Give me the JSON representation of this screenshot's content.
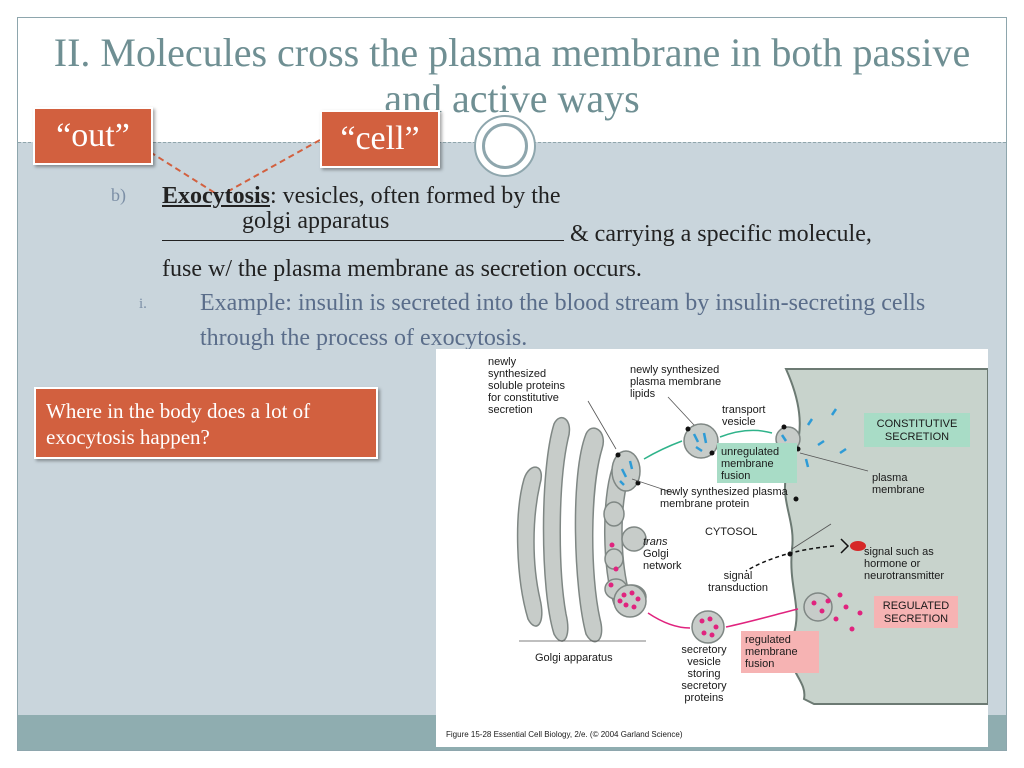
{
  "slide": {
    "title": "II. Molecules cross the plasma membrane in both passive and active ways",
    "tags": {
      "out": "“out”",
      "cell": "“cell”"
    },
    "bullet_b": {
      "marker": "b)",
      "term": "Exocytosis",
      "text_a": ": vesicles, often formed by the",
      "blank_answer": "golgi apparatus",
      "text_b": " & carrying a specific molecule,",
      "text_c": "fuse w/ the plasma membrane as secretion occurs."
    },
    "bullet_i": {
      "marker": "i.",
      "text": "Example: insulin is secreted into the blood stream by insulin-secreting cells through the process of exocytosis."
    },
    "callout": "Where in the body does a lot of exocytosis happen?"
  },
  "figure": {
    "labels": {
      "soluble": [
        "newly",
        "synthesized",
        "soluble proteins",
        "for constitutive",
        "secretion"
      ],
      "lipids": [
        "newly synthesized",
        "plasma membrane",
        "lipids"
      ],
      "transport": [
        "transport",
        "vesicle"
      ],
      "unregulated": [
        "unregulated",
        "membrane",
        "fusion"
      ],
      "constitutive": [
        "CONSTITUTIVE",
        "SECRETION"
      ],
      "plasma_membrane": [
        "plasma",
        "membrane"
      ],
      "membrane_protein": [
        "newly synthesized plasma",
        "membrane protein"
      ],
      "cytosol": "CYTOSOL",
      "trans_golgi": [
        "trans",
        "Golgi",
        "network"
      ],
      "signal": [
        "signal such as",
        "hormone or",
        "neurotransmitter"
      ],
      "transduction": [
        "signal",
        "transduction"
      ],
      "regulated_secretion": [
        "REGULATED",
        "SECRETION"
      ],
      "regulated_fusion": [
        "regulated",
        "membrane",
        "fusion"
      ],
      "secretory": [
        "secretory",
        "vesicle",
        "storing",
        "secretory",
        "proteins"
      ],
      "golgi": "Golgi apparatus",
      "caption": "Figure 15-28  Essential Cell Biology, 2/e. (© 2004 Garland Science)"
    },
    "colors": {
      "accent": "#d2603f",
      "exterior": "#c8d3cc",
      "golgi": "#c7ccc9",
      "cargo_blue": "#2e9bd6",
      "cargo_pink": "#e0237e",
      "green_box": "#a8dcc6",
      "pink_box": "#f6b3b3"
    }
  }
}
